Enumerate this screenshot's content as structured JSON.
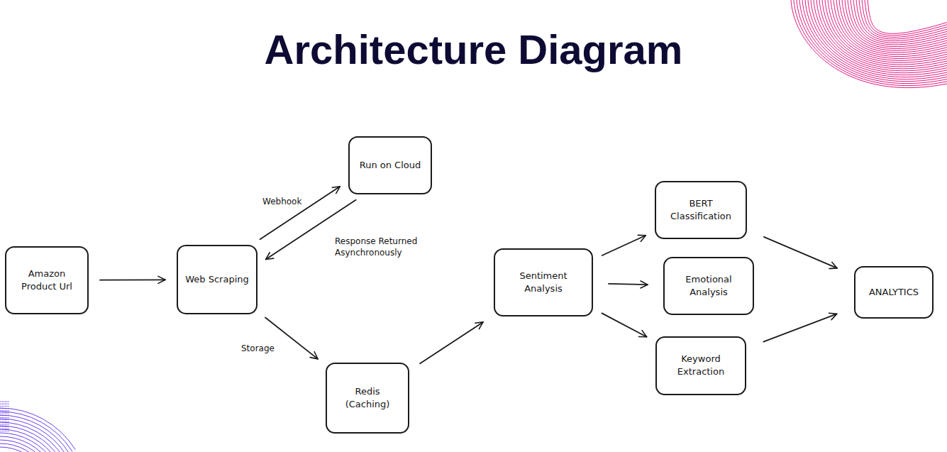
{
  "diagram": {
    "title": "Architecture Diagram",
    "nodes": [
      {
        "text": [
          "Amazon Product Url"
        ]
      },
      {
        "text": [
          "Web Scraping"
        ]
      },
      {
        "text": [
          "Run on Cloud"
        ]
      },
      {
        "text": [
          "Redis (Caching)"
        ]
      },
      {
        "text": [
          "Sentiment Analysis"
        ]
      },
      {
        "text": [
          "BERT Classification"
        ]
      },
      {
        "text": [
          "Emotional Analysis"
        ]
      },
      {
        "text": [
          "Keyword Extraction"
        ]
      },
      {
        "text": [
          "ANALYTICS"
        ]
      }
    ],
    "edges": [
      {
        "from": 0,
        "to": 1,
        "arrow": "to"
      },
      {
        "from": 1,
        "to": 2,
        "label": "Webhook",
        "arrow": "to"
      },
      {
        "from": 2,
        "to": 1,
        "label": "Response Returned Asynchronously",
        "arrow": "to"
      },
      {
        "from": 1,
        "to": 3,
        "label": "Storage",
        "arrow": "to"
      },
      {
        "from": 3,
        "to": 4,
        "arrow": "to"
      },
      {
        "from": 4,
        "to": 5,
        "arrow": "to"
      },
      {
        "from": 4,
        "to": 6,
        "arrow": "to"
      },
      {
        "from": 4,
        "to": 7,
        "arrow": "to"
      },
      {
        "from": 5,
        "to": 8,
        "arrow": "to"
      },
      {
        "from": 7,
        "to": 8,
        "arrow": "to"
      }
    ]
  }
}
